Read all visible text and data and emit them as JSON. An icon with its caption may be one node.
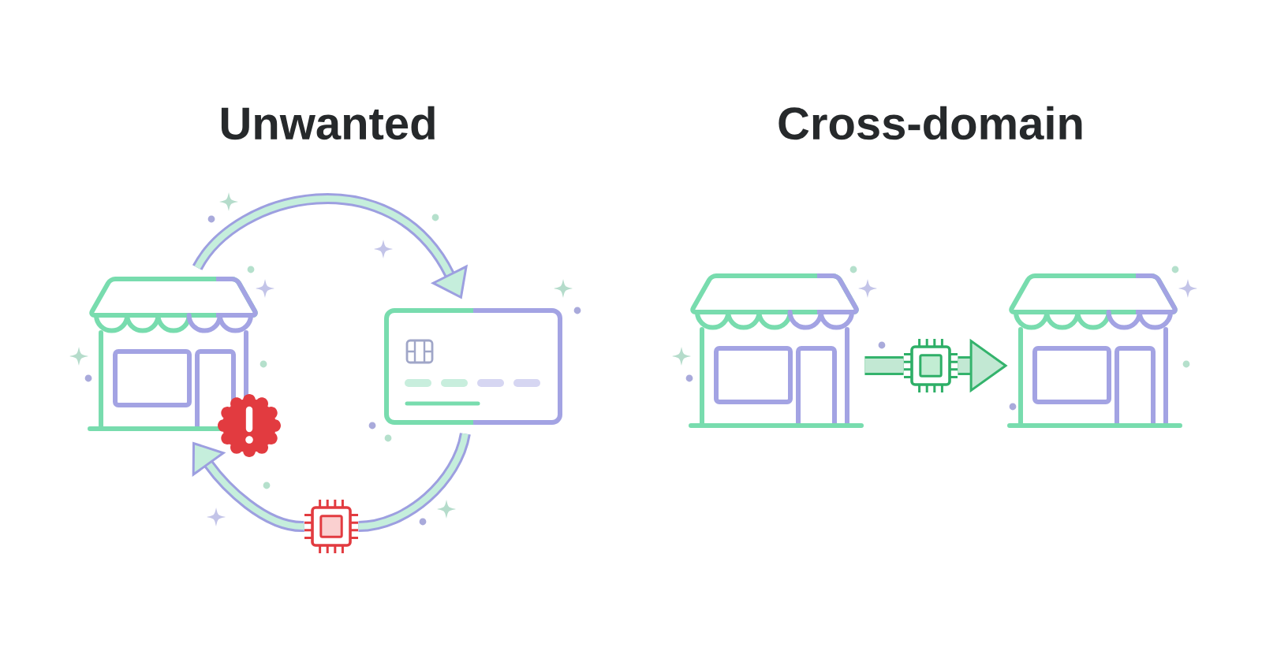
{
  "diagram": {
    "nodes": [
      {
        "text": [],
        "shape": "picture"
      },
      {
        "text": [],
        "shape": "picture"
      },
      {
        "text": [],
        "shape": "picture"
      },
      {
        "text": [],
        "shape": "picture"
      },
      {
        "text": [],
        "shape": "picture"
      },
      {
        "text": [],
        "shape": "picture"
      }
    ],
    "edges": [
      {
        "from": 0,
        "to": 1,
        "arrow": "to"
      },
      {
        "from": 1,
        "to": 2,
        "arrow": "none"
      },
      {
        "from": 2,
        "to": 0,
        "arrow": "to"
      },
      {
        "from": 3,
        "to": 4,
        "arrow": "none",
        "color": "#34b36c"
      },
      {
        "from": 4,
        "to": 5,
        "arrow": "to",
        "color": "#34b36c"
      }
    ],
    "labels": [
      "Unwanted",
      "Cross-domain"
    ]
  }
}
